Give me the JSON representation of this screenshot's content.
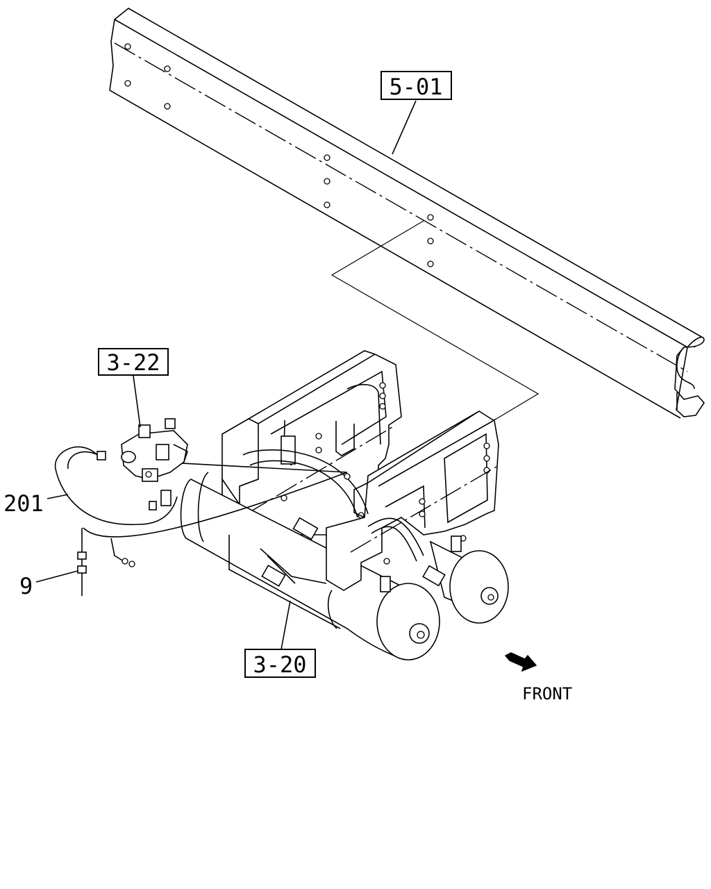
{
  "callouts": {
    "frame": "5-01",
    "valve": "3-22",
    "tank": "3-20",
    "harness": "201",
    "clip": "9"
  },
  "direction_label": "FRONT",
  "icons": {
    "front_arrow": "front-arrow-icon"
  }
}
